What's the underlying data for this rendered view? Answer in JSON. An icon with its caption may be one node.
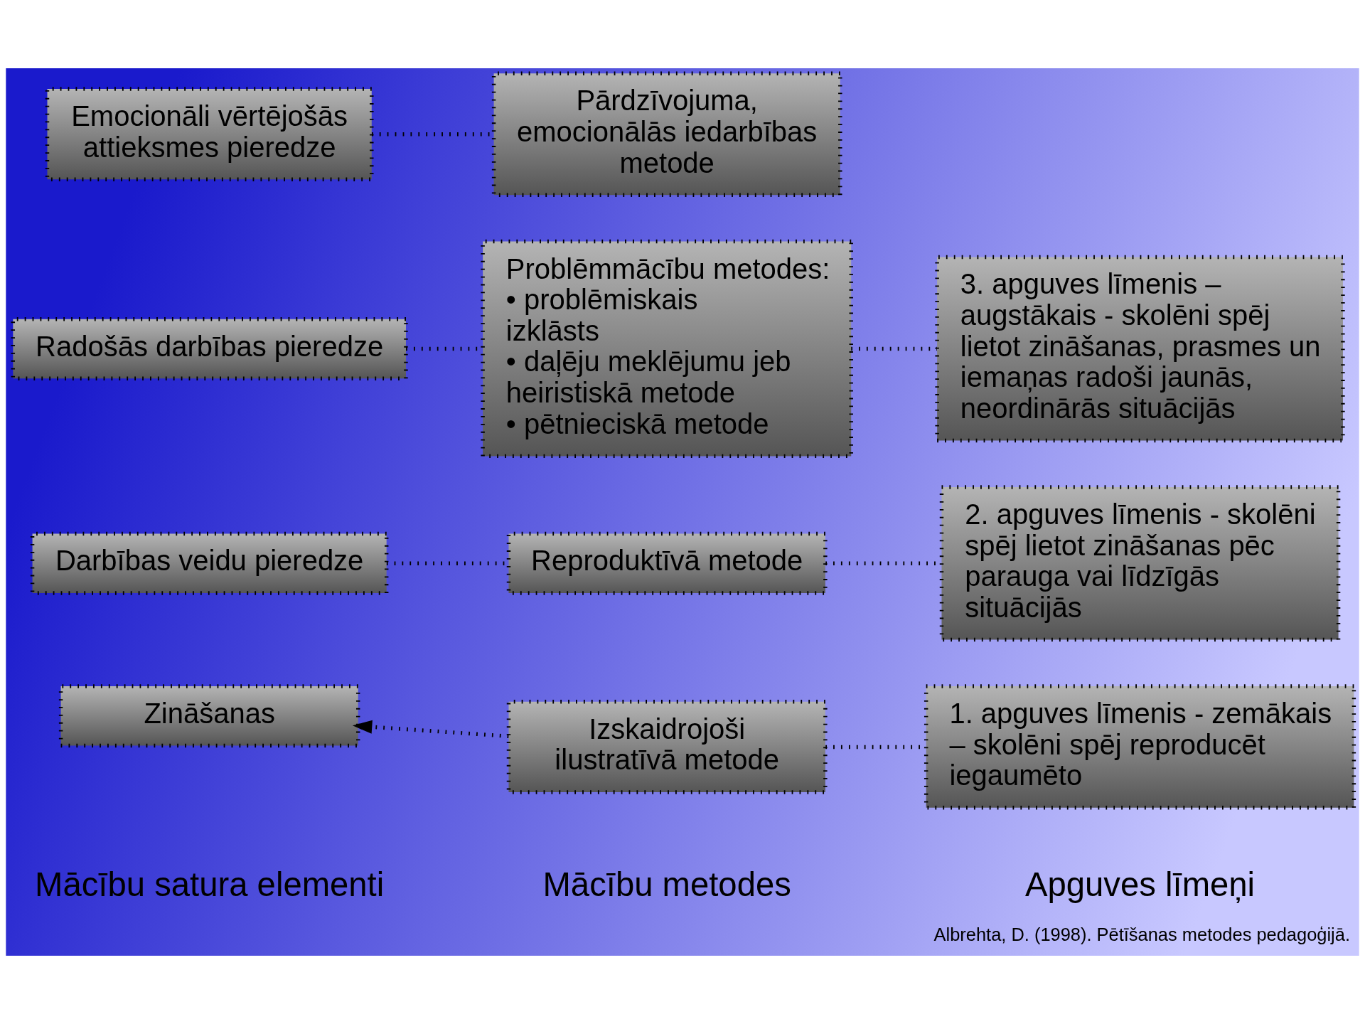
{
  "diagram": {
    "caption": "Albrehta, D. (1998). Pētīšanas metodes pedagoģijā.",
    "nodes": [
      {
        "text": [
          "Zināšanas"
        ]
      },
      {
        "text": [
          "Izskaidrojoši ilustratīvā metode"
        ]
      },
      {
        "text": [
          "1. apguves līmenis - zemākais – skolēni spēj reproducēt iegaumēto"
        ]
      },
      {
        "text": [
          "Darbības veidu pieredze"
        ]
      },
      {
        "text": [
          "Reproduktīvā metode"
        ]
      },
      {
        "text": [
          "2. apguves līmenis - skolēni spēj lietot zināšanas pēc parauga vai līdzīgās situācijās"
        ]
      },
      {
        "text": [
          "Radošās darbības pieredze"
        ]
      },
      {
        "text": [
          "Problēmmācību metodes:",
          "• problēmiskais izklāsts",
          "• daļēju meklējumu jeb heiristiskā metode",
          "• pētnieciskā metode"
        ]
      },
      {
        "text": [
          "3. apguves līmenis – augstākais - skolēni spēj lietot zināšanas, prasmes un iemaņas radoši jaunās, neordinārās situācijās"
        ]
      },
      {
        "text": [
          "Emocionāli vērtējošās attieksmes pieredze"
        ]
      },
      {
        "text": [
          "Pārdzīvojuma, emocionālās iedarbības metode"
        ]
      }
    ],
    "edges": [
      {
        "from": 1,
        "to": 0,
        "arrow": "to"
      },
      {
        "from": 1,
        "to": 2,
        "arrow": "none"
      },
      {
        "from": 3,
        "to": 4,
        "arrow": "none"
      },
      {
        "from": 4,
        "to": 5,
        "arrow": "none"
      },
      {
        "from": 6,
        "to": 7,
        "arrow": "none"
      },
      {
        "from": 7,
        "to": 8,
        "arrow": "none"
      },
      {
        "from": 9,
        "to": 10,
        "arrow": "none"
      }
    ],
    "labels": [
      "Mācību satura elementi",
      "Mācību metodes",
      "Apguves līmeņi"
    ]
  }
}
